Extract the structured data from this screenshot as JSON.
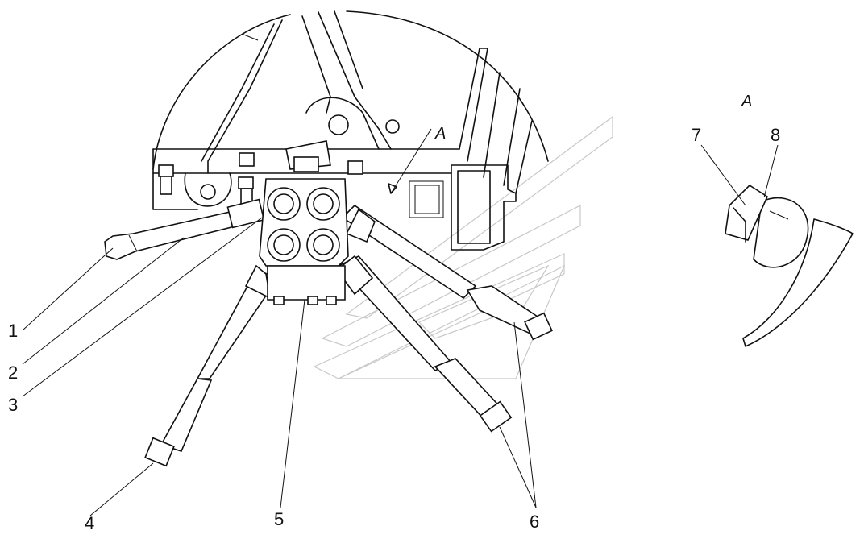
{
  "view_labels": {
    "main_section": "A",
    "detail_view": "A"
  },
  "callouts": {
    "c1": "1",
    "c2": "2",
    "c3": "3",
    "c4": "4",
    "c5": "5",
    "c6": "6",
    "c7": "7",
    "c8": "8"
  }
}
